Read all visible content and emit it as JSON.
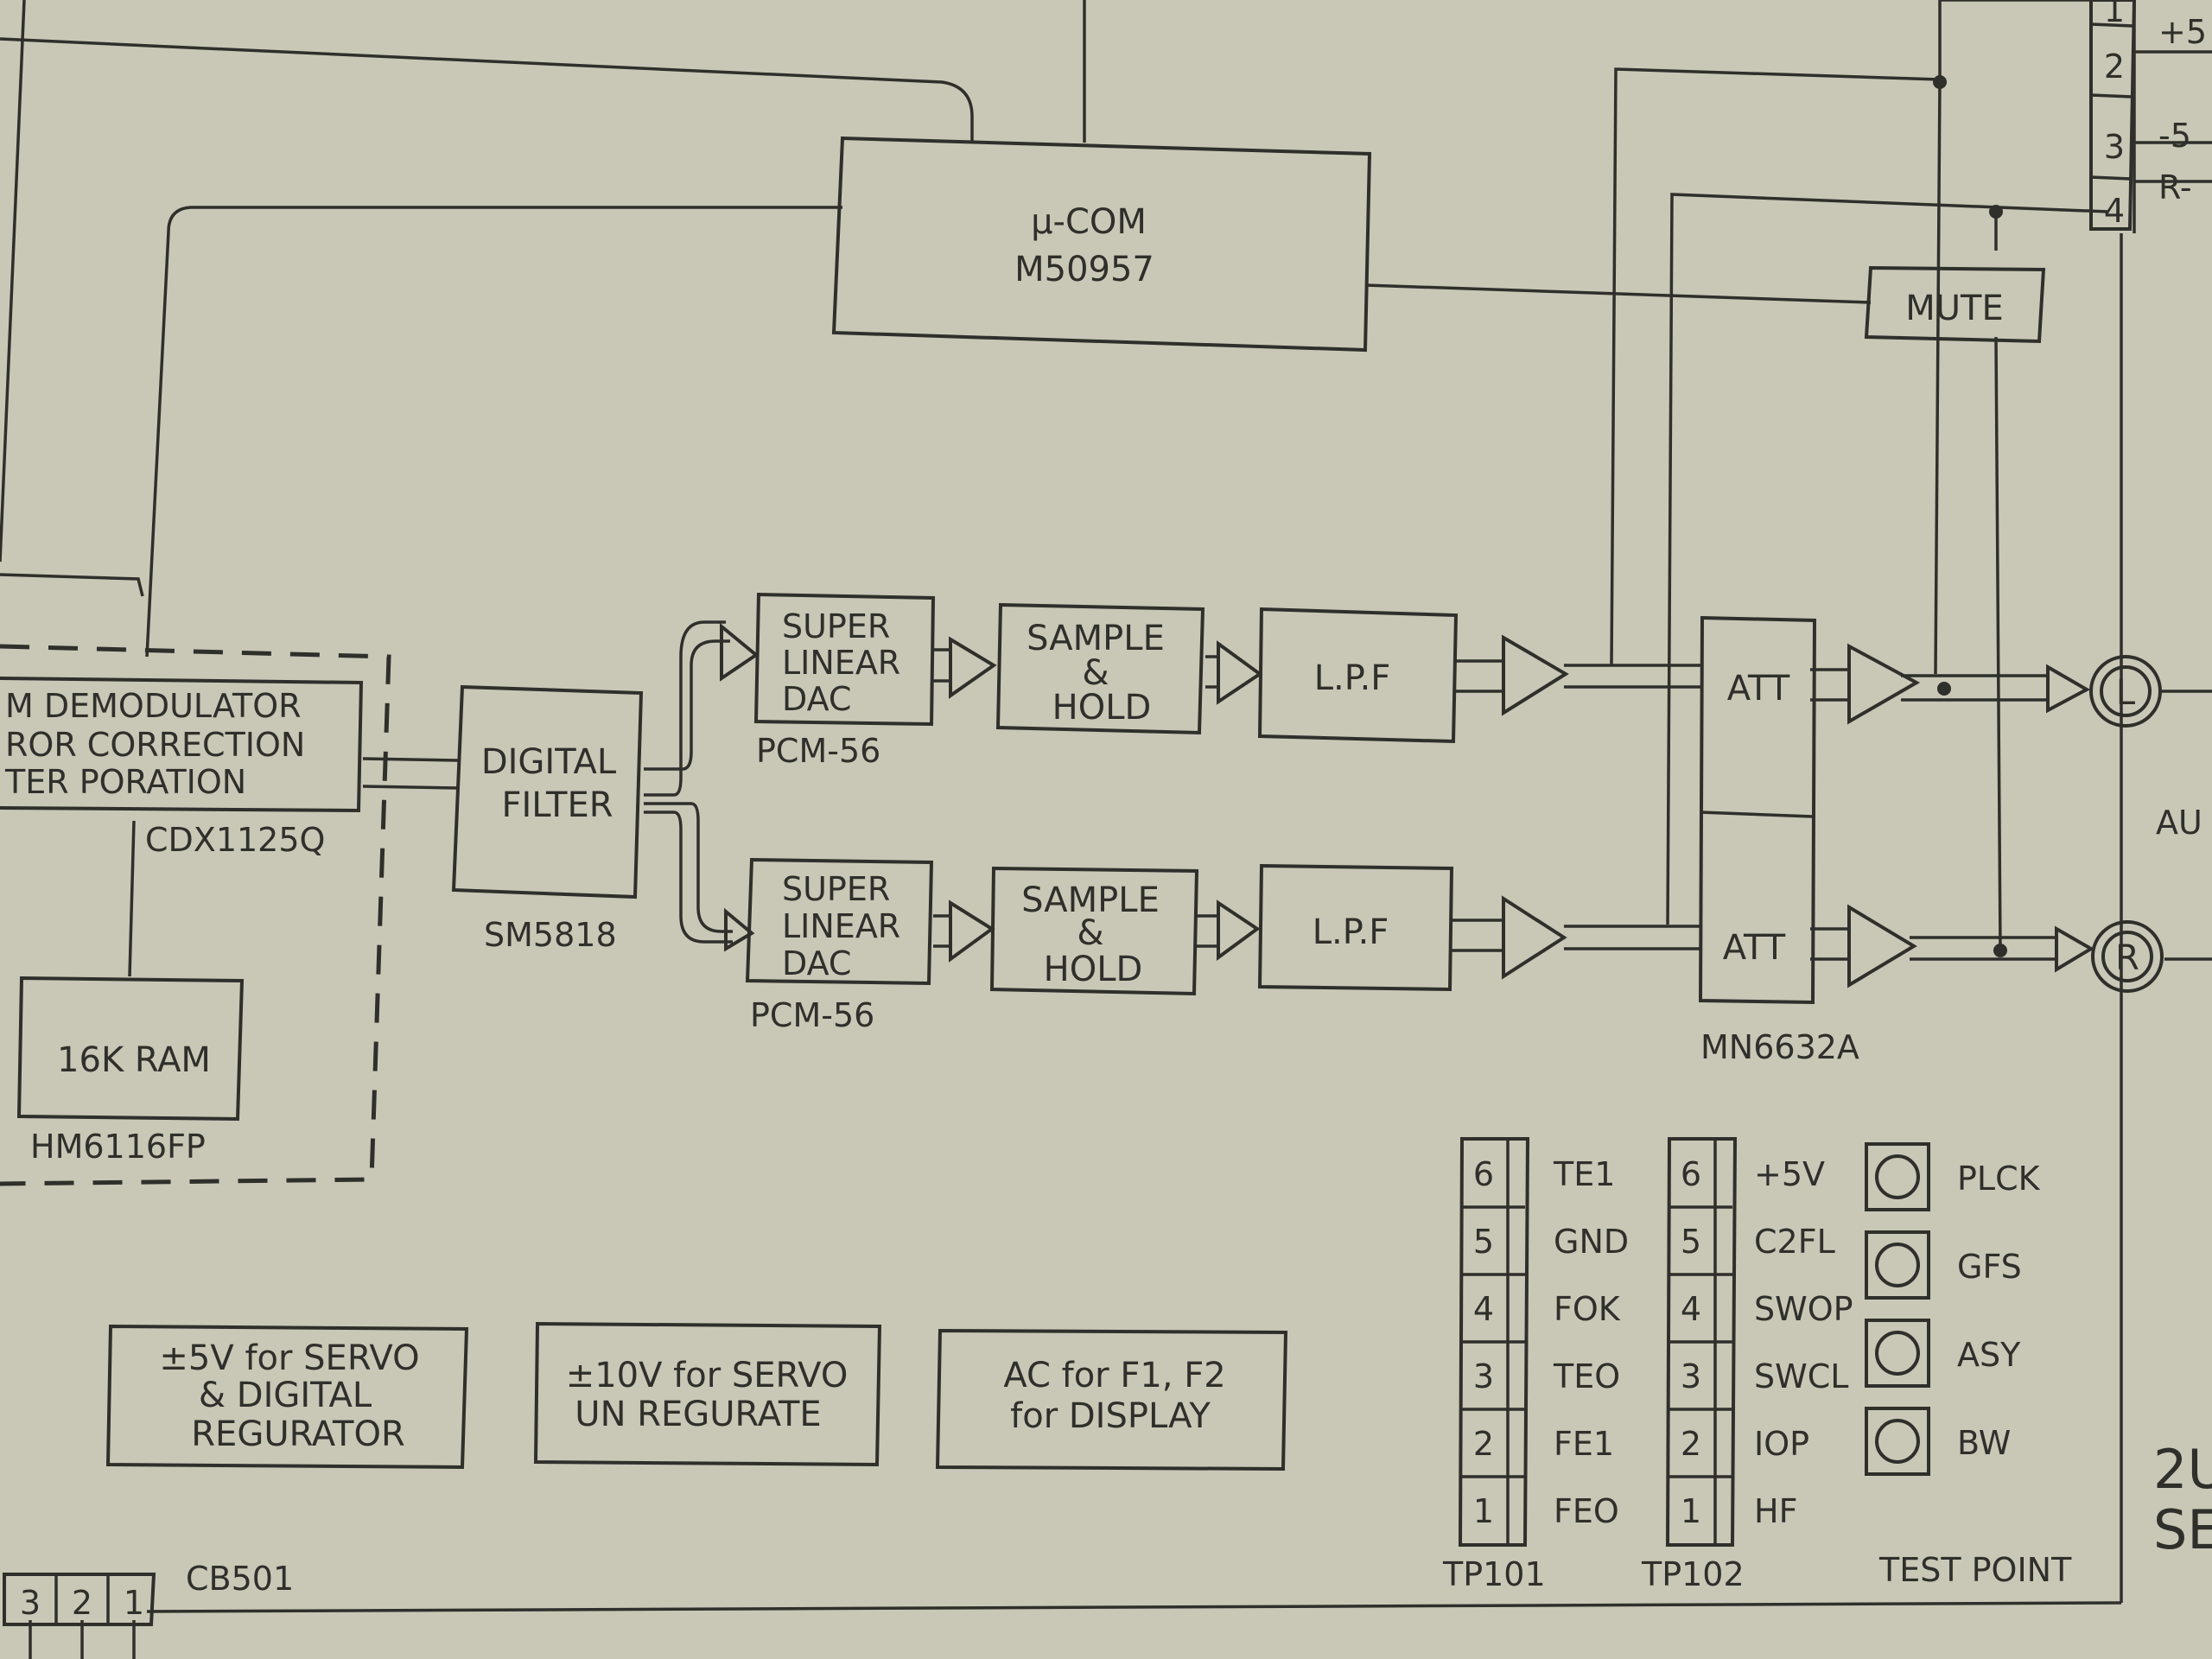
{
  "blocks": {
    "ucom": {
      "line1": "µ-COM",
      "line2": "M50957"
    },
    "mute": "MUTE",
    "demod": {
      "line1": "M DEMODULATOR",
      "line2": "ROR CORRECTION",
      "line3": "TER PORATION",
      "part": "CDX1125Q"
    },
    "ram": {
      "label": "16K RAM",
      "part": "HM6116FP"
    },
    "filter": {
      "line1": "DIGITAL",
      "line2": "FILTER",
      "part": "SM5818"
    },
    "dac": {
      "line1": "SUPER",
      "line2": "LINEAR",
      "line3": "DAC",
      "part": "PCM-56"
    },
    "sh": {
      "line1": "SAMPLE",
      "line2": "&",
      "line3": "HOLD"
    },
    "lpf": "L.P.F",
    "att": {
      "label": "ATT",
      "part": "MN6632A"
    }
  },
  "outputs": {
    "left": "L",
    "right": "R",
    "audio_cut": "AU"
  },
  "power": [
    {
      "line1": "±5V for SERVO",
      "line2": "& DIGITAL",
      "line3": "REGURATOR"
    },
    {
      "line1": "±10V for SERVO",
      "line2": "UN REGURATE"
    },
    {
      "line1": "AC for F1, F2",
      "line2": "for DISPLAY"
    }
  ],
  "tp101": {
    "name": "TP101",
    "pins": [
      {
        "num": "6",
        "signal": "TE1"
      },
      {
        "num": "5",
        "signal": "GND"
      },
      {
        "num": "4",
        "signal": "FOK"
      },
      {
        "num": "3",
        "signal": "TEO"
      },
      {
        "num": "2",
        "signal": "FE1"
      },
      {
        "num": "1",
        "signal": "FEO"
      }
    ]
  },
  "tp102": {
    "name": "TP102",
    "pins": [
      {
        "num": "6",
        "signal": "+5V"
      },
      {
        "num": "5",
        "signal": "C2FL"
      },
      {
        "num": "4",
        "signal": "SWOP"
      },
      {
        "num": "3",
        "signal": "SWCL"
      },
      {
        "num": "2",
        "signal": "IOP"
      },
      {
        "num": "1",
        "signal": "HF"
      }
    ]
  },
  "test_points": {
    "title": "TEST POINT",
    "items": [
      "PLCK",
      "GFS",
      "ASY",
      "BW"
    ]
  },
  "connector_right": {
    "pins": [
      "1",
      "2",
      "3",
      "4"
    ],
    "labels": [
      "+5",
      "-5",
      "R-"
    ]
  },
  "connector_cb501": {
    "name": "CB501",
    "pins": [
      "3",
      "2",
      "1"
    ]
  },
  "edge_text": {
    "line1": "2U",
    "line2": "SE"
  }
}
